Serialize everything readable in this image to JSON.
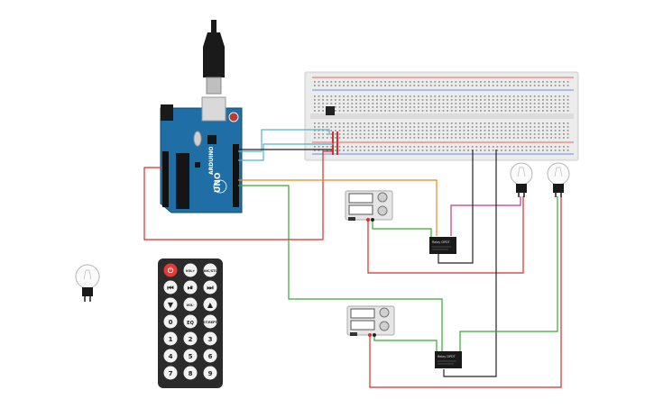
{
  "arduino": {
    "brand": "ARDUINO",
    "model": "UNO",
    "colors": {
      "board": "#1f6fa6",
      "board_edge": "#124a73",
      "pin_header": "#1a1a1a"
    }
  },
  "breadboard": {
    "colors": {
      "body": "#e9e9e9",
      "rail_red": "#e53935",
      "rail_blue": "#3b6fd6"
    }
  },
  "relays": [
    {
      "id": "relay-top",
      "label": "Relay DPDT"
    },
    {
      "id": "relay-bottom",
      "label": "Relay DPDT"
    }
  ],
  "power_supplies": [
    {
      "id": "power-supply-top"
    },
    {
      "id": "power-supply-bottom"
    }
  ],
  "bulbs": [
    {
      "id": "bulb-left-top",
      "state": "off"
    },
    {
      "id": "bulb-right-top",
      "state": "off"
    },
    {
      "id": "bulb-standalone",
      "state": "off"
    }
  ],
  "remote": {
    "colors": {
      "body": "#2b2b2b",
      "button": "#f2f2f2",
      "power": "#e53935"
    },
    "rows": [
      [
        "power-icon",
        "VOL+",
        "FUNC/STOP"
      ],
      [
        "prev-icon",
        "play-pause-icon",
        "next-icon"
      ],
      [
        "down-icon",
        "VOL-",
        "up-icon"
      ],
      [
        "0",
        "EQ",
        "ST/REPT"
      ],
      [
        "1",
        "2",
        "3"
      ],
      [
        "4",
        "5",
        "6"
      ],
      [
        "7",
        "8",
        "9"
      ]
    ]
  },
  "wire_colors": {
    "red": "#d32f2f",
    "black": "#222222",
    "green": "#3aa635",
    "orange": "#e8891e",
    "magenta": "#c2388f",
    "teal": "#4fb3c9"
  }
}
